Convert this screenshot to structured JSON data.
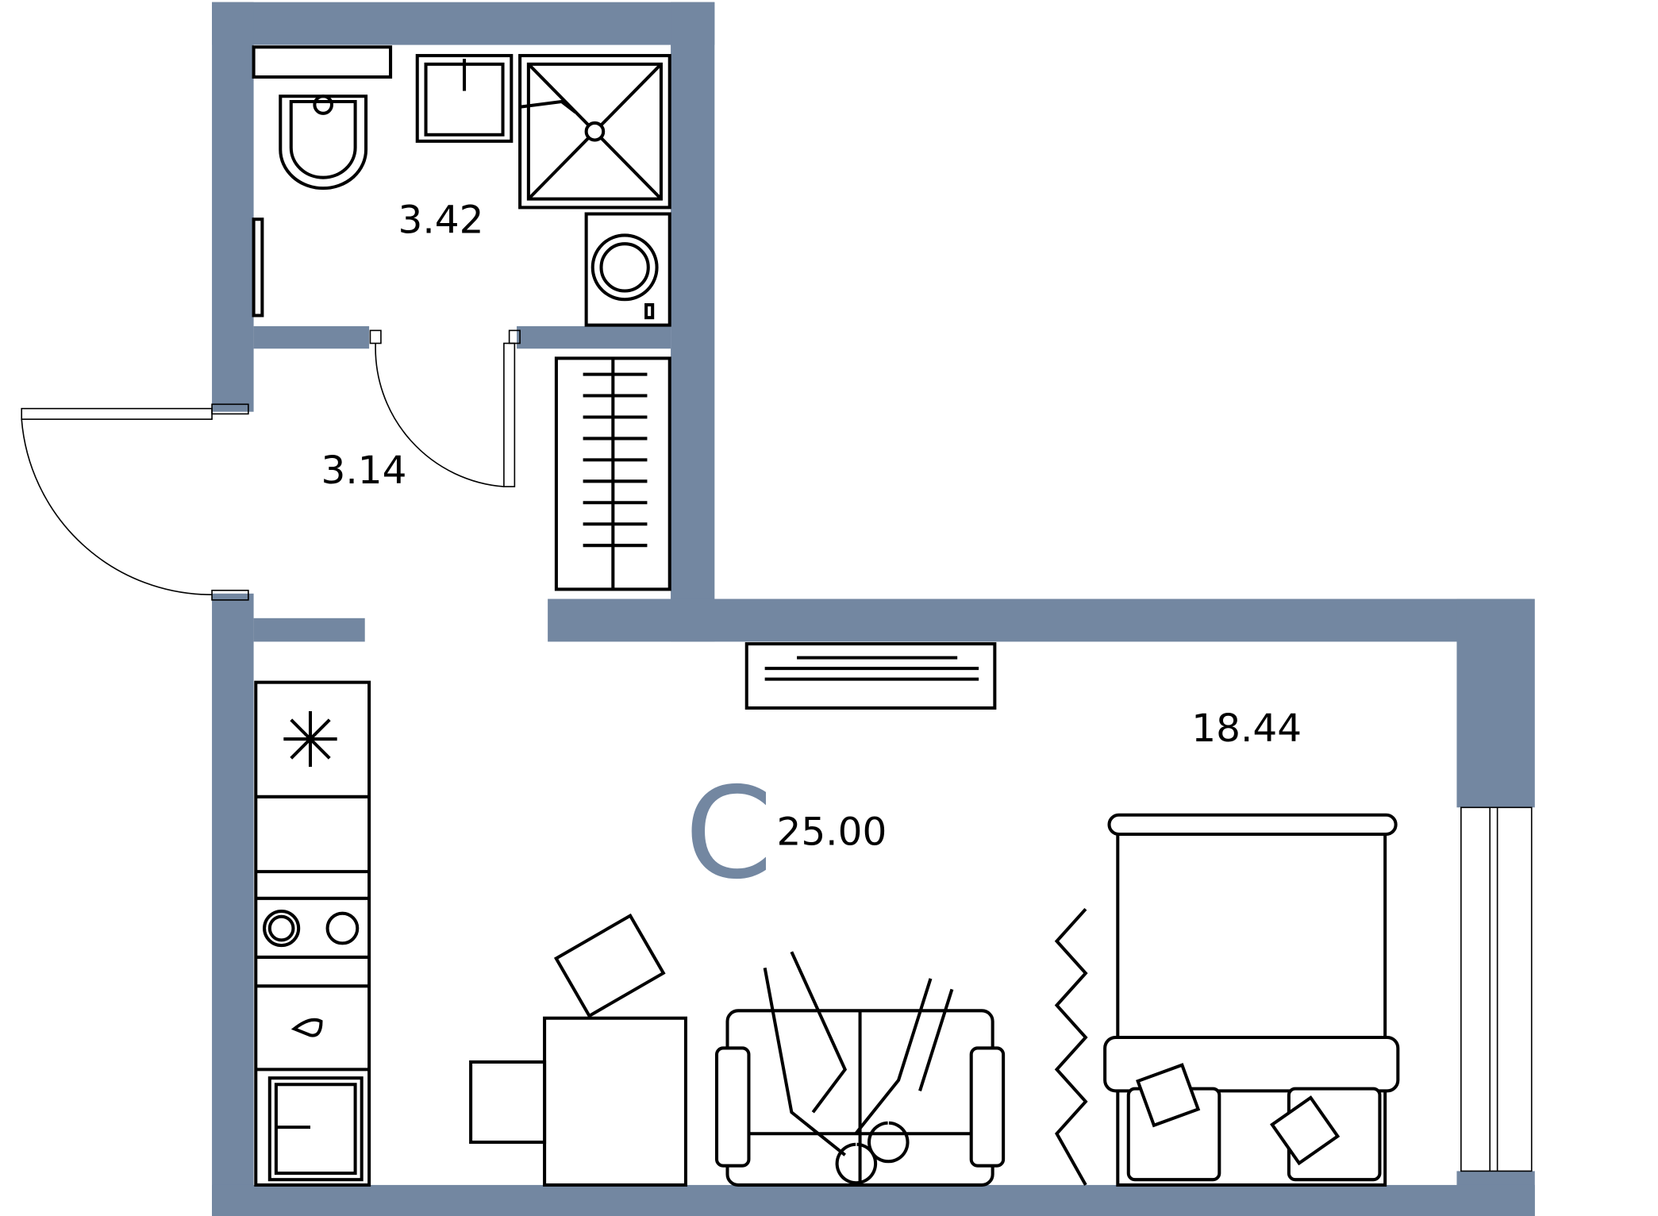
{
  "plan": {
    "apartment_type": "C",
    "total_area": "25.00",
    "rooms": [
      {
        "name": "bathroom",
        "area": "3.42"
      },
      {
        "name": "hallway",
        "area": "3.14"
      },
      {
        "name": "living-room",
        "area": "18.44"
      }
    ]
  },
  "colors": {
    "wall": "#7387a1",
    "line": "#000000"
  }
}
